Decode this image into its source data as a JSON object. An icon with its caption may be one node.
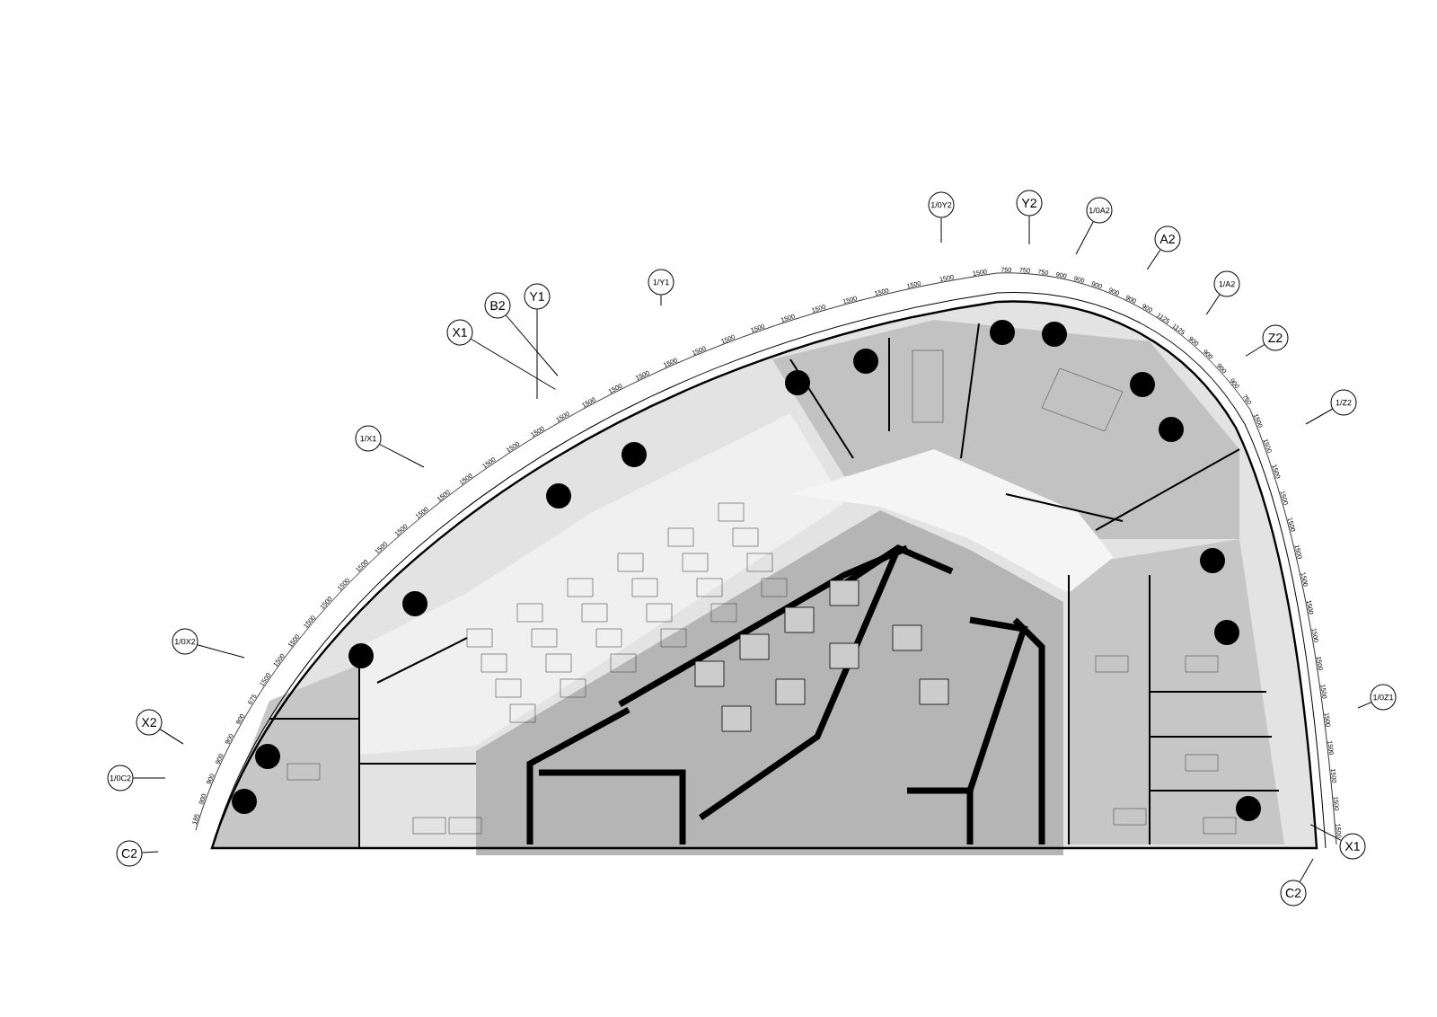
{
  "diagram": {
    "nodes": [
      {
        "text": [
          "X1"
        ]
      },
      {
        "text": [
          "B2"
        ]
      },
      {
        "text": [
          "Y1"
        ]
      },
      {
        "text": [
          "1/Y1"
        ]
      },
      {
        "text": [
          "1/X1"
        ]
      },
      {
        "text": [
          "1/0X2"
        ]
      },
      {
        "text": [
          "X2"
        ]
      },
      {
        "text": [
          "1/0C2"
        ]
      },
      {
        "text": [
          "C2"
        ]
      },
      {
        "text": [
          "1/0Y2"
        ]
      },
      {
        "text": [
          "Y2"
        ]
      },
      {
        "text": [
          "1/0A2"
        ]
      },
      {
        "text": [
          "A2"
        ]
      },
      {
        "text": [
          "1/A2"
        ]
      },
      {
        "text": [
          "Z2"
        ]
      },
      {
        "text": [
          "1/Z2"
        ]
      },
      {
        "text": [
          "1/0Z1"
        ]
      },
      {
        "text": [
          "X1"
        ]
      },
      {
        "text": [
          "C2"
        ]
      }
    ],
    "edges": [
      {
        "from": 0,
        "to": null,
        "arrow": "none"
      },
      {
        "from": 1,
        "to": null,
        "arrow": "none"
      },
      {
        "from": 2,
        "to": null,
        "arrow": "none"
      },
      {
        "from": 3,
        "to": null,
        "arrow": "none"
      },
      {
        "from": 4,
        "to": null,
        "arrow": "none"
      },
      {
        "from": 5,
        "to": null,
        "arrow": "none"
      },
      {
        "from": 6,
        "to": null,
        "arrow": "none"
      },
      {
        "from": 7,
        "to": null,
        "arrow": "none"
      },
      {
        "from": 8,
        "to": null,
        "arrow": "none"
      },
      {
        "from": 9,
        "to": null,
        "arrow": "none"
      },
      {
        "from": 10,
        "to": null,
        "arrow": "none"
      },
      {
        "from": 11,
        "to": null,
        "arrow": "none"
      },
      {
        "from": 12,
        "to": null,
        "arrow": "none"
      },
      {
        "from": 13,
        "to": null,
        "arrow": "none"
      },
      {
        "from": 14,
        "to": null,
        "arrow": "none"
      },
      {
        "from": 15,
        "to": null,
        "arrow": "none"
      },
      {
        "from": 16,
        "to": null,
        "arrow": "none"
      },
      {
        "from": 17,
        "to": null,
        "arrow": "none"
      },
      {
        "from": 18,
        "to": null,
        "arrow": "none"
      }
    ],
    "labels": [
      "185",
      "900",
      "900",
      "900",
      "900",
      "900",
      "675",
      "1500",
      "1500",
      "1500",
      "1500",
      "1500",
      "1500",
      "1500",
      "1500",
      "1500",
      "1500",
      "1500",
      "1500",
      "1500",
      "1500",
      "1500",
      "1500",
      "1500",
      "1500",
      "1500",
      "1500",
      "1500",
      "1500",
      "1500",
      "1500",
      "1500",
      "1500",
      "1500",
      "1500",
      "1500",
      "1500",
      "750",
      "750",
      "750",
      "900",
      "900",
      "900",
      "900",
      "900",
      "900",
      "1125",
      "1125",
      "900",
      "900",
      "900",
      "900",
      "750",
      "1500",
      "1500",
      "1500",
      "1500",
      "1500",
      "1500",
      "1500",
      "1500",
      "1500",
      "1500",
      "1500",
      "1500",
      "1500",
      "1500",
      "1500",
      "1500"
    ]
  }
}
